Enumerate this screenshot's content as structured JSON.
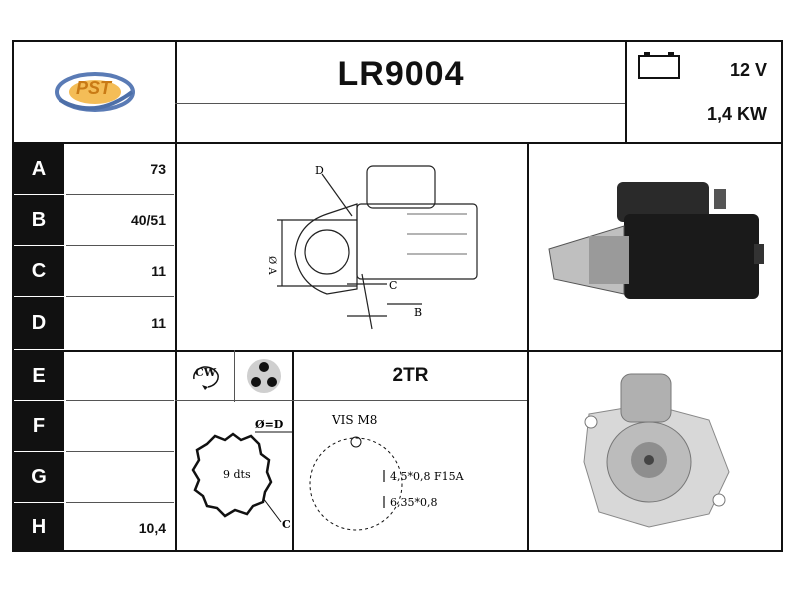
{
  "header": {
    "logo_text": "PST",
    "part_number": "LR9004",
    "voltage": "12 V",
    "power": "1,4 KW",
    "battery_icon": "battery-icon"
  },
  "dimensions": [
    {
      "letter": "A",
      "value": "73"
    },
    {
      "letter": "B",
      "value": "40/51"
    },
    {
      "letter": "C",
      "value": "11"
    },
    {
      "letter": "D",
      "value": "11"
    },
    {
      "letter": "E",
      "value": ""
    },
    {
      "letter": "F",
      "value": ""
    },
    {
      "letter": "G",
      "value": ""
    },
    {
      "letter": "H",
      "value": "10,4"
    }
  ],
  "rotation": {
    "label": "CW",
    "icon": "rotation-cw-icon"
  },
  "flange": {
    "label": "2TR"
  },
  "diagram": {
    "label_d": "D",
    "label_c": "C",
    "label_b": "B",
    "label_a": "Ø A"
  },
  "pinion": {
    "teeth": "9 dts",
    "label_d": "Ø=D",
    "label_c": "C"
  },
  "fixing": {
    "title": "VIS M8",
    "spec1": "4,5*0,8 F15A",
    "spec2": "6,35*0,8"
  }
}
